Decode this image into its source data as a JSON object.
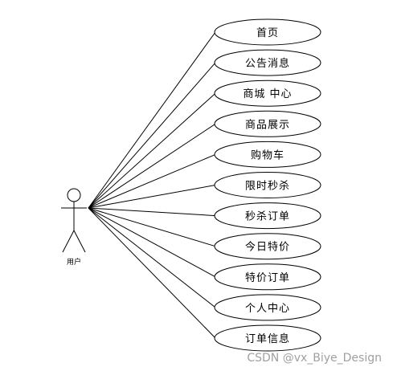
{
  "diagram": {
    "type": "use-case",
    "actor": {
      "label": "用户"
    },
    "use_cases": [
      {
        "label": "首页"
      },
      {
        "label": "公告消息"
      },
      {
        "label": "商城 中心"
      },
      {
        "label": "商品展示"
      },
      {
        "label": "购物车"
      },
      {
        "label": "限时秒杀"
      },
      {
        "label": "秒杀订单"
      },
      {
        "label": "今日特价"
      },
      {
        "label": "特价订单"
      },
      {
        "label": "个人中心"
      },
      {
        "label": "订单信息"
      }
    ]
  },
  "watermark": {
    "text": "CSDN @vx_Biye_Design"
  },
  "colors": {
    "stroke": "#000000",
    "fill": "#ffffff",
    "watermark": "#a0a0a0"
  }
}
